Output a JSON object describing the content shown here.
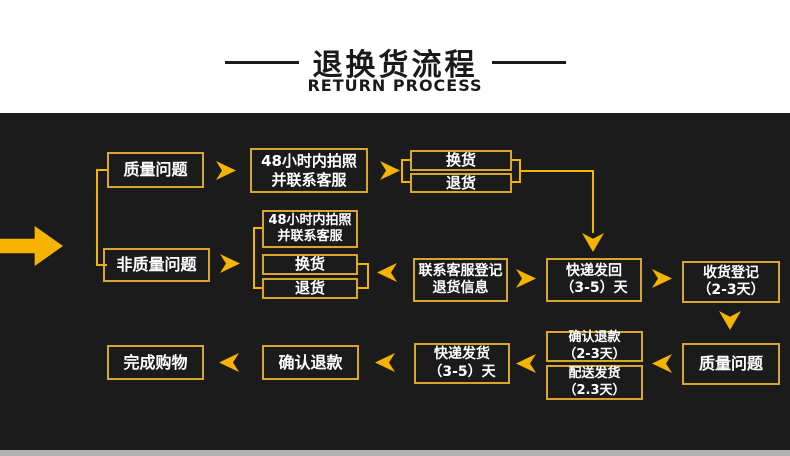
{
  "header": {
    "title": "退换货流程",
    "subtitle": "RETURN PROCESS"
  },
  "colors": {
    "canvas_background": "#1b1b1b",
    "header_background": "#ffffff",
    "accent_yellow": "#f6b400",
    "box_border_gold": "#d8a62c",
    "box_text": "#ffffff",
    "title_text": "#1a1a1a",
    "footer_strip": "#b3b3b3"
  },
  "flow": {
    "row1": {
      "quality": "质量问题",
      "photo48h": "48小时内拍照\n并联系客服",
      "exchange": "换货",
      "refund": "退货"
    },
    "row2": {
      "non_quality": "非质量问题",
      "photo48h": "48小时内拍照\n并联系客服",
      "exchange": "换货",
      "refund": "退货",
      "contact_register": "联系客服登记\n退货信息",
      "express_back": "快递发回\n（3-5）天",
      "receive_register": "收货登记\n（2-3天）"
    },
    "row3": {
      "complete": "完成购物",
      "confirm_refund": "确认退款",
      "express_ship": "快递发货\n（3-5）天",
      "confirm_refund_days": "确认退款\n（2-3天）",
      "delivery_ship": "配送发货\n（2.3天）",
      "quality_check": "质量问题"
    }
  }
}
